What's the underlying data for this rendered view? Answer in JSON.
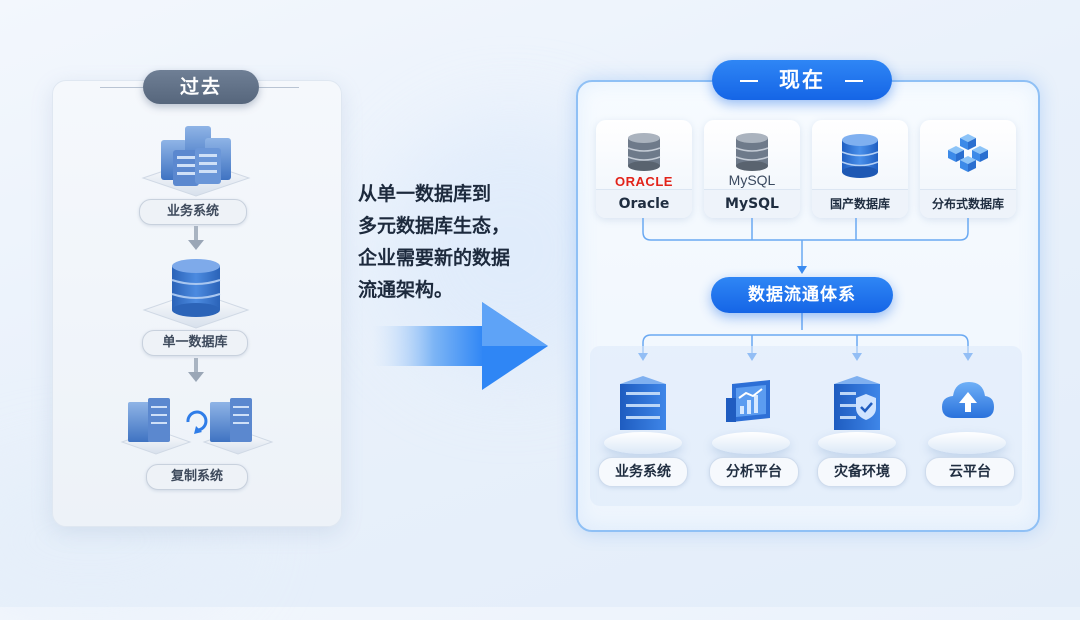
{
  "past": {
    "title": "过去",
    "steps": [
      "业务系统",
      "单一数据库",
      "复制系统"
    ]
  },
  "transition_text": [
    "从单一数据库到",
    "多元数据库生态，",
    "企业需要新的数据",
    "流通架构。"
  ],
  "present": {
    "title": "现在",
    "sources": [
      {
        "logo": "ORACLE",
        "label": "Oracle",
        "icon": "database-icon"
      },
      {
        "logo": "MySQL",
        "label": "MySQL",
        "icon": "database-icon"
      },
      {
        "logo": "",
        "label": "国产数据库",
        "icon": "database-icon"
      },
      {
        "logo": "",
        "label": "分布式数据库",
        "icon": "cubes-icon"
      }
    ],
    "hub": "数据流通体系",
    "targets": [
      {
        "label": "业务系统",
        "icon": "server-icon"
      },
      {
        "label": "分析平台",
        "icon": "dashboard-icon"
      },
      {
        "label": "灾备环境",
        "icon": "shield-server-icon"
      },
      {
        "label": "云平台",
        "icon": "cloud-upload-icon"
      }
    ]
  },
  "colors": {
    "accent": "#1f74ee",
    "past_gray": "#5f6f85",
    "text": "#1d2a3d"
  }
}
